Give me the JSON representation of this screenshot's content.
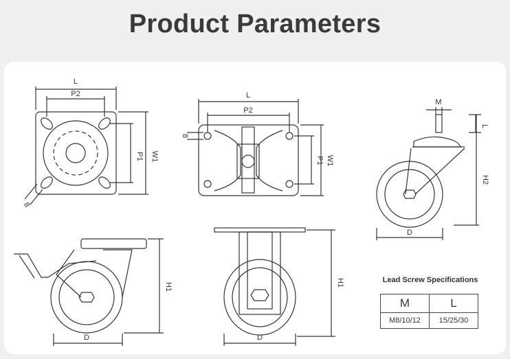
{
  "page": {
    "title": "Product Parameters"
  },
  "labels": {
    "length": "L",
    "plate_pitch": "P2",
    "plate_pitch_short": "P1",
    "width": "W1",
    "bolt_hole": "8",
    "thread": "M",
    "height_swivel": "H2",
    "height": "H1",
    "diameter": "D",
    "thread_length": "L"
  },
  "spec_table": {
    "title": "Lead Screw Specifications",
    "headers": [
      "M",
      "L"
    ],
    "rows": [
      [
        "M8/10/12",
        "15/25/30"
      ]
    ]
  },
  "colors": {
    "line": "#333333",
    "panel": "#ffffff",
    "background": "#f0f0f0",
    "title": "#3a3a3a"
  }
}
